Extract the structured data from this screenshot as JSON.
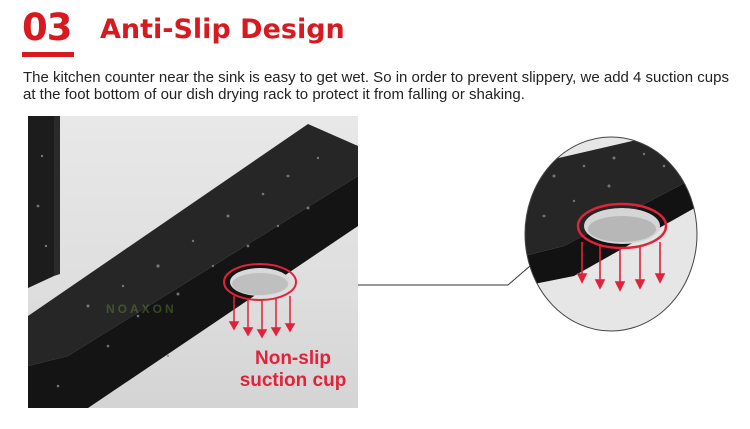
{
  "header": {
    "number": "03",
    "title": "Anti-Slip Design"
  },
  "description": "The kitchen counter near the sink is easy to get wet. So in order to prevent slippery, we add 4 suction cups at the foot bottom of our dish drying rack to protect it from falling or shaking.",
  "photo": {
    "caption_line1": "Non-slip",
    "caption_line2": "suction cup",
    "watermark": "NOAXON"
  },
  "colors": {
    "accent": "#d71920",
    "caption": "#e3213a",
    "rack": "#1a1a1a"
  }
}
